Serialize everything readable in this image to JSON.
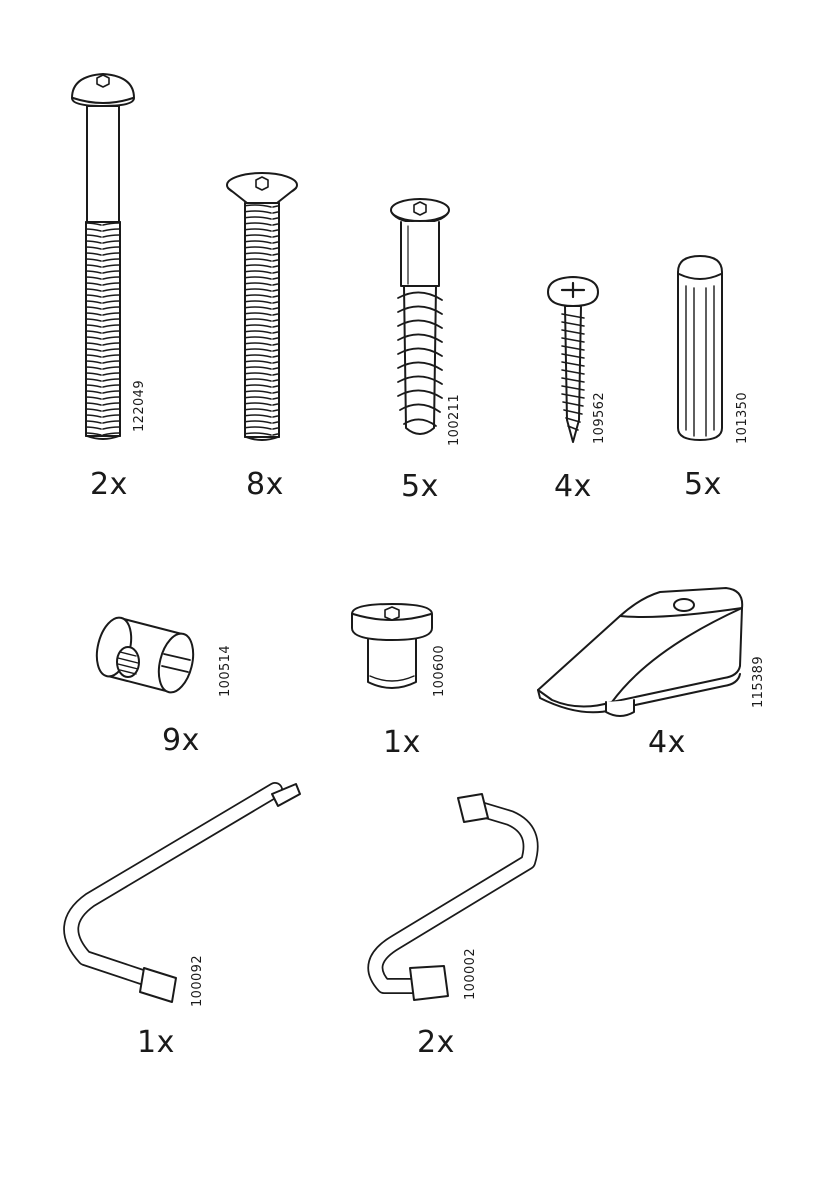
{
  "parts": [
    {
      "code": "122049",
      "qty": "2x",
      "icon": "button-head-bolt-icon"
    },
    {
      "code": "100211",
      "qty": "5x",
      "icon": "confirmat-screw-icon"
    },
    {
      "code": "109562",
      "qty": "4x",
      "icon": "pan-head-screw-icon"
    },
    {
      "code": "101350",
      "qty": "5x",
      "icon": "wooden-dowel-icon"
    },
    {
      "code": "100514",
      "qty": "9x",
      "icon": "barrel-nut-icon"
    },
    {
      "code": "100600",
      "qty": "1x",
      "icon": "cap-nut-icon"
    },
    {
      "code": "115389",
      "qty": "4x",
      "icon": "wedge-bracket-icon"
    },
    {
      "code": "100092",
      "qty": "1x",
      "icon": "long-allen-key-icon"
    },
    {
      "code": "100002",
      "qty": "2x",
      "icon": "short-allen-key-icon"
    },
    {
      "qty": "8x",
      "icon": "countersunk-bolt-icon"
    }
  ]
}
